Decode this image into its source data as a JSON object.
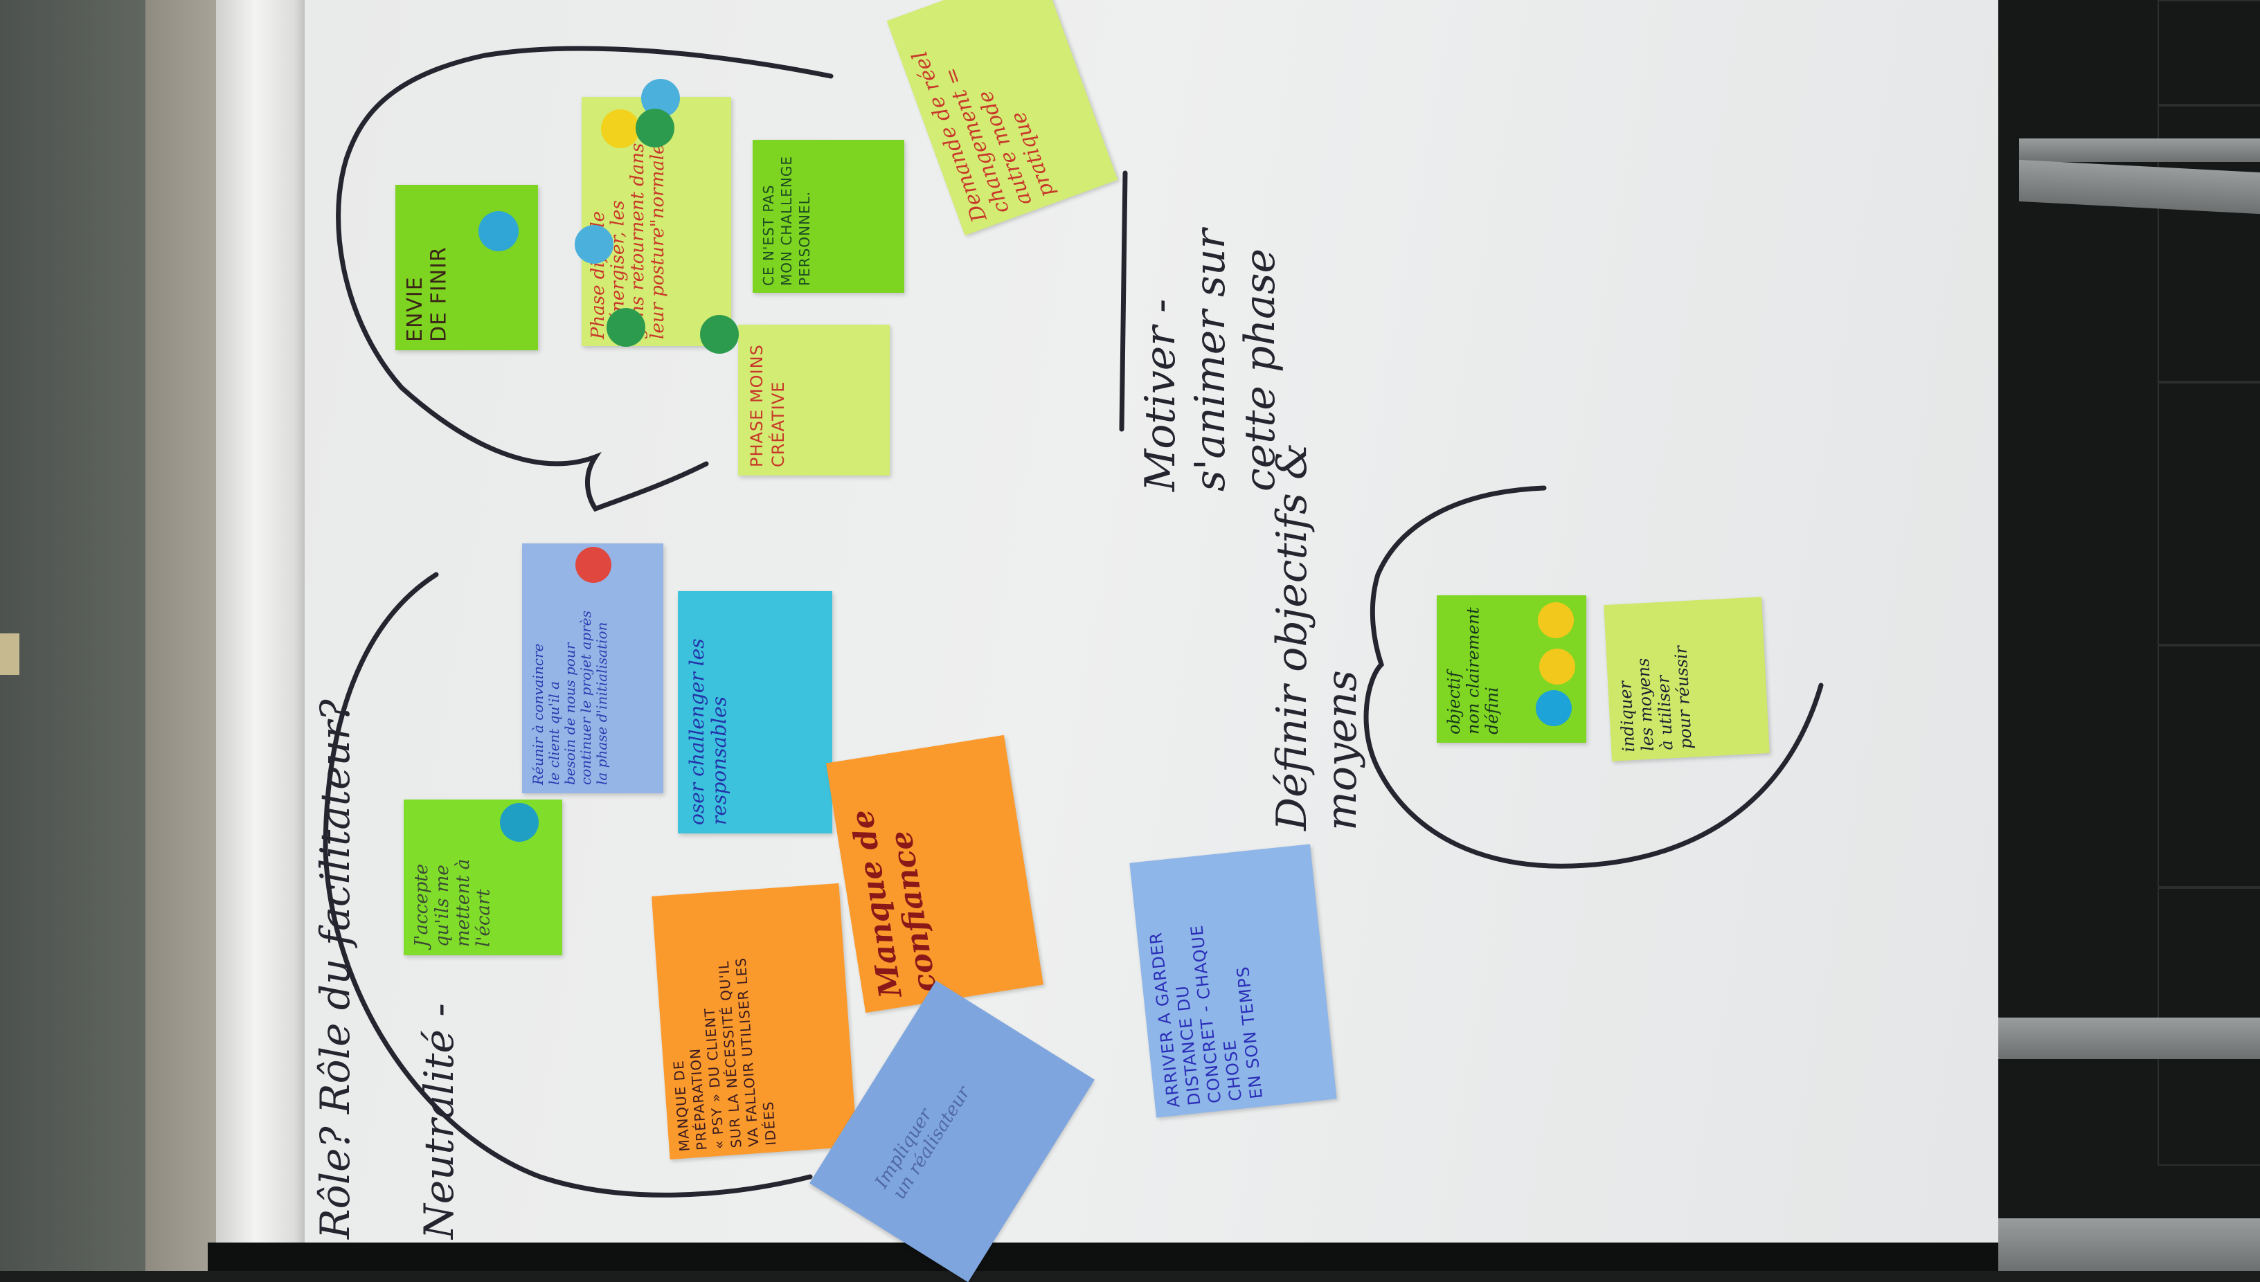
{
  "headings": {
    "motiver": "Motiver - s'animer sur cette phase",
    "definir": "Définir objectifs & moyens",
    "role": "Rôle? Rôle du facilitateur?",
    "neutralite": "Neutralité -"
  },
  "notes": [
    {
      "text": "ENVIE\nDE FINIR",
      "color": "#7dd421"
    },
    {
      "text": "Phase difficile\nà énergiser, les\ngens retournent dans\nleur posture\"normale\"",
      "color": "#d2ec74"
    },
    {
      "text": "CE N'EST PAS\nMON CHALLENGE\nPERSONNEL.",
      "color": "#7dd421"
    },
    {
      "text": "Demande de réel\nchangement =\nautre mode pratique",
      "color": "#d2ec74"
    },
    {
      "text": "PHASE MOINS\nCRÉATIVE",
      "color": "#d2ec74"
    },
    {
      "text": "Réunir à convaincre\nle client qu'il a\nbesoin de nous pour\ncontinuer le projet après\nla phase d'initialisation",
      "color": "#95b5e6"
    },
    {
      "text": "oser challenger les\nresponsables",
      "color": "#3cc2dd"
    },
    {
      "text": "J'accepte\nqu'ils me\nmettent à\nl'écart",
      "color": "#80de2a"
    },
    {
      "text": "MANQUE DE\nPRÉPARATION\n« PSY » DU CLIENT\nSUR LA NÉCESSITÉ QU'IL\nVA FALLOIR UTILISER LES\nIDÉES",
      "color": "#fb9a2c"
    },
    {
      "text": "Manque de\nconfiance",
      "color": "#fb9a2c"
    },
    {
      "text": "Impliquer\nun réalisateur",
      "color": "#7ea5dd"
    },
    {
      "text": "ARRIVER A GARDER\nDISTANCE DU\nCONCRET - CHAQUE CHOSE\nEN SON TEMPS",
      "color": "#8fb6e8"
    },
    {
      "text": "objectif\nnon clairement\ndéfini",
      "color": "#7fd623"
    },
    {
      "text": "indiquer\nles moyens\nà utiliser\npour réussir",
      "color": "#cfe86a"
    }
  ],
  "dot_colors": {
    "blue": "#2fa6d6",
    "green": "#2d9b4e",
    "yellow": "#f2d21c",
    "red": "#e0473f"
  }
}
